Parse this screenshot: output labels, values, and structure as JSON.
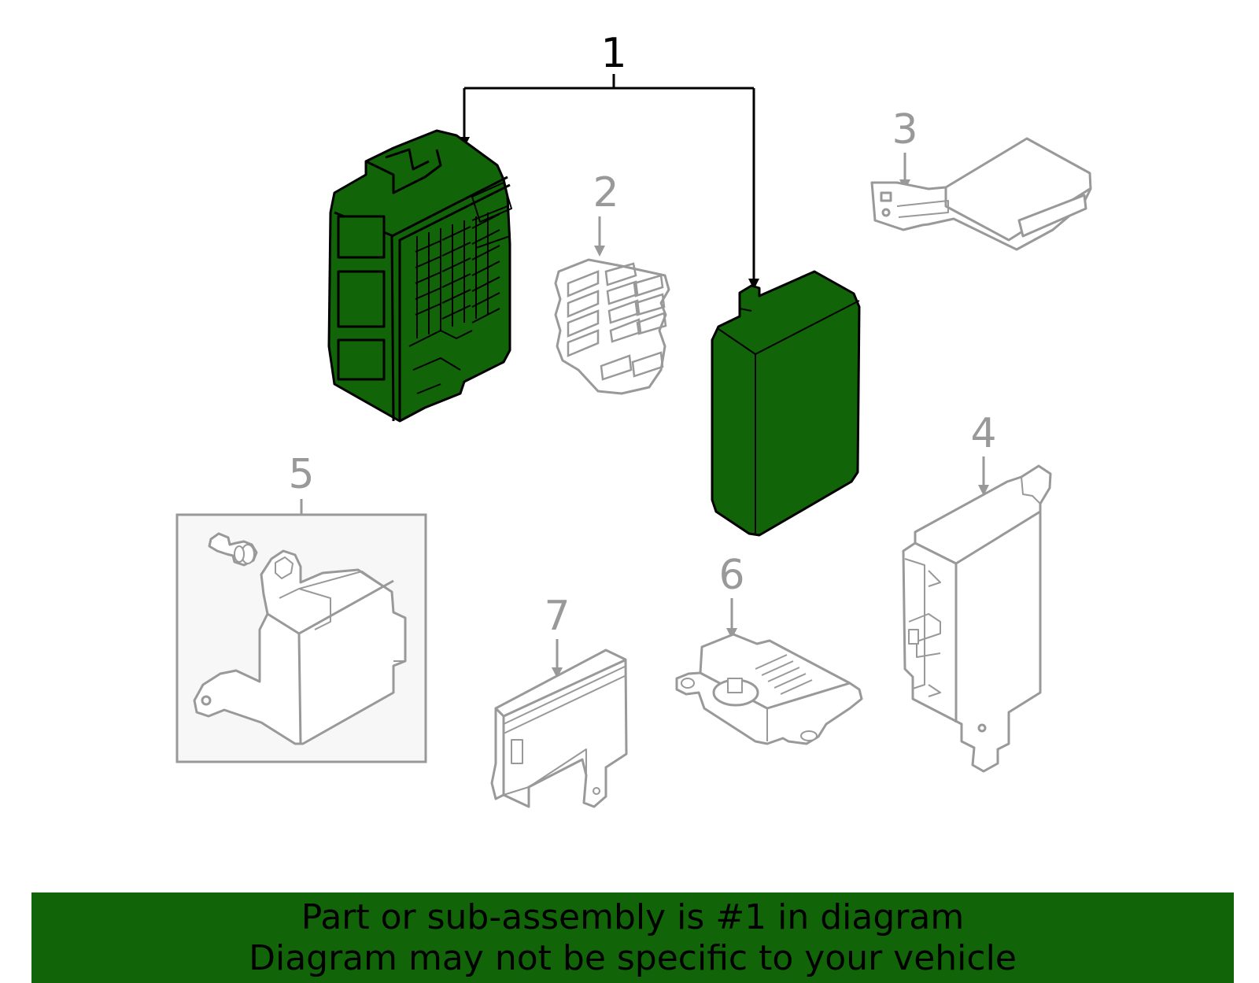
{
  "colors": {
    "highlight": "#116408",
    "outline": "#000000",
    "dim_line": "#999999",
    "banner_bg": "#116408",
    "box_fill": "#f7f7f7"
  },
  "callouts": {
    "c1": "1",
    "c2": "2",
    "c3": "3",
    "c4": "4",
    "c5": "5",
    "c6": "6",
    "c7": "7"
  },
  "banner": {
    "line1": "Part or sub-assembly is #1 in diagram",
    "line2": "Diagram may not be specific to your vehicle"
  }
}
